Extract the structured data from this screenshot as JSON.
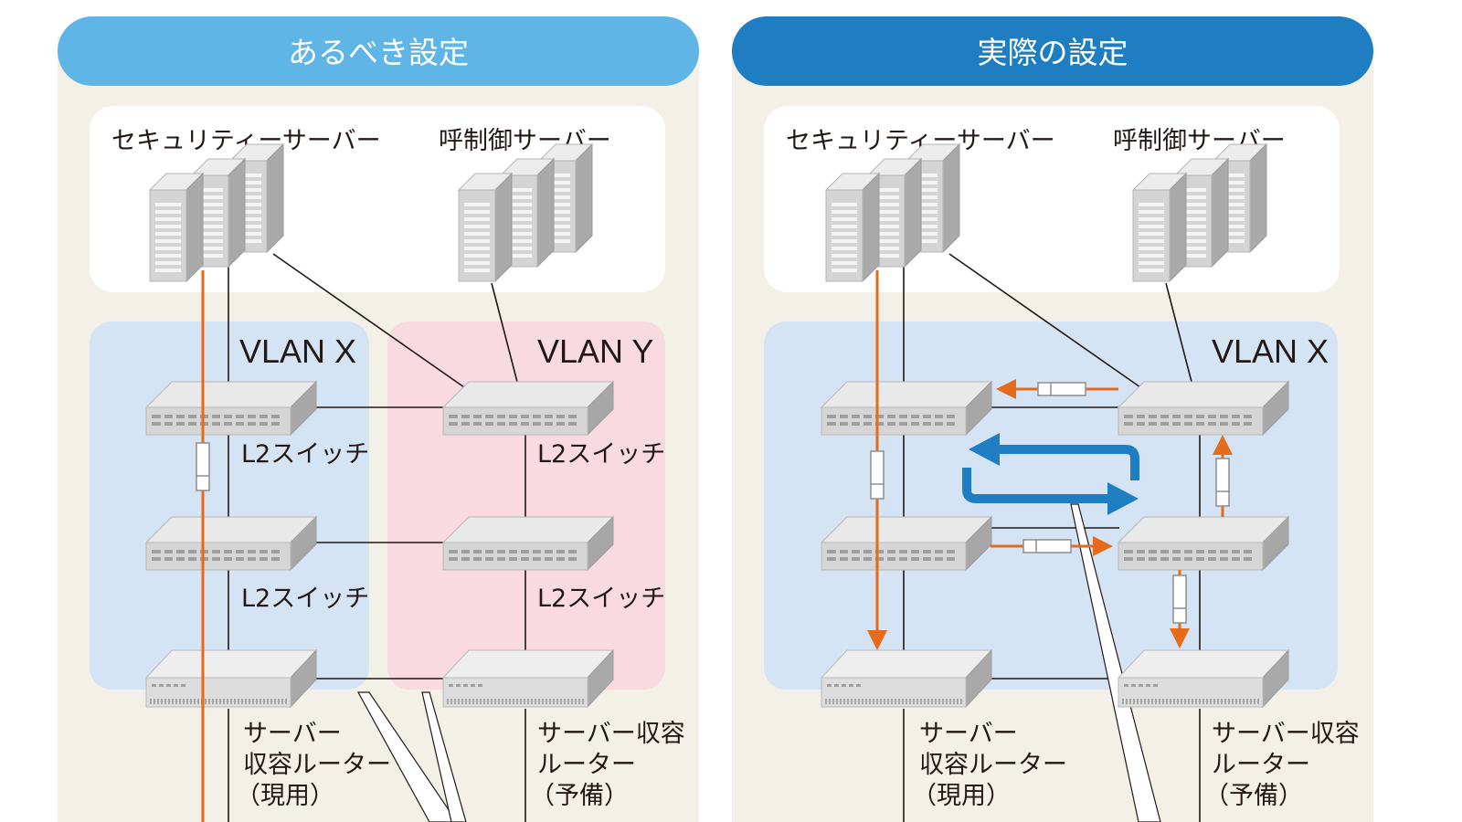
{
  "left_panel": {
    "title": "あるべき設定",
    "header_color": "#5fb5e6",
    "security_server_label": "セキュリティーサーバー",
    "call_control_server_label": "呼制御サーバー",
    "vlan_x_label": "VLAN X",
    "vlan_y_label": "VLAN Y",
    "switch_label": "L2スイッチ",
    "router_active_label": [
      "サーバー",
      "収容ルーター",
      "（現用）"
    ],
    "router_standby_label": [
      "サーバー収容",
      "ルーター",
      "（予備）"
    ]
  },
  "right_panel": {
    "title": "実際の設定",
    "header_color": "#1f7ec2",
    "security_server_label": "セキュリティーサーバー",
    "call_control_server_label": "呼制御サーバー",
    "vlan_x_label": "VLAN X",
    "router_active_label": [
      "サーバー",
      "収容ルーター",
      "（現用）"
    ],
    "router_standby_label": [
      "サーバー収容",
      "ルーター",
      "（予備）"
    ]
  },
  "colors": {
    "panel_bg": "#f2f0e7",
    "vlan_x_bg": "#d5e4f5",
    "vlan_y_bg": "#f8dae0",
    "traffic_arrow": "#e46b1c",
    "loop_arrow": "#1f7ec2"
  }
}
